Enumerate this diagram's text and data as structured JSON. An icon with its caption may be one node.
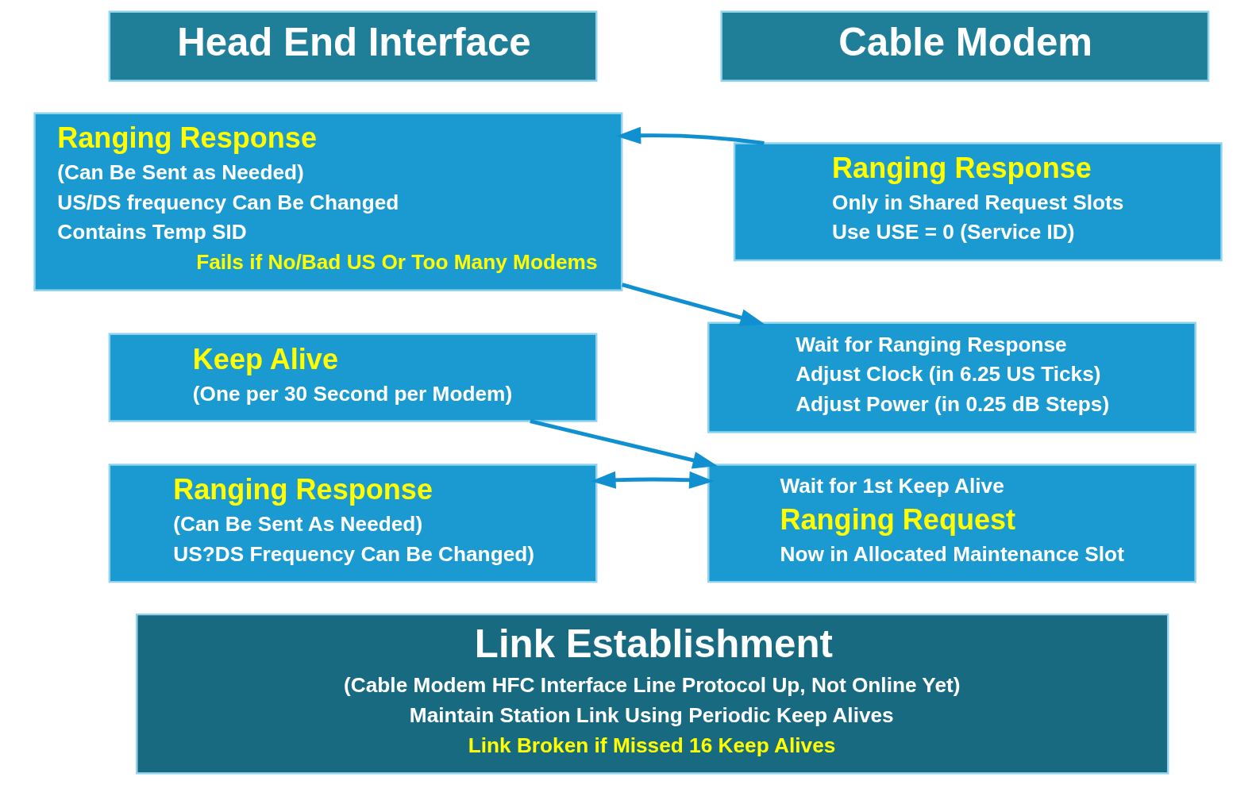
{
  "diagram": {
    "nodes": [
      {
        "text": [
          "Head End Interface"
        ]
      },
      {
        "text": [
          "Cable Modem"
        ]
      },
      {
        "text": [
          "Ranging Response",
          "(Can Be Sent as Needed)",
          "US/DS frequency Can Be Changed",
          "Contains Temp SID",
          "Fails if No/Bad US Or Too Many Modems"
        ]
      },
      {
        "text": [
          "Ranging Response",
          "Only in Shared Request Slots",
          "Use USE = 0 (Service ID)"
        ]
      },
      {
        "text": [
          "Wait for Ranging Response",
          "Adjust Clock (in 6.25 US Ticks)",
          "Adjust Power (in 0.25 dB Steps)"
        ]
      },
      {
        "text": [
          "Keep Alive",
          "(One per 30 Second per Modem)"
        ]
      },
      {
        "text": [
          "Wait for 1st Keep Alive",
          "Ranging Request",
          "Now in Allocated Maintenance Slot"
        ]
      },
      {
        "text": [
          "Ranging Response",
          "(Can Be Sent As Needed)",
          "US?DS Frequency Can Be Changed)"
        ]
      },
      {
        "text": [
          "Link Establishment",
          "(Cable Modem HFC Interface Line Protocol Up, Not Online Yet)",
          "Maintain Station Link Using Periodic Keep Alives",
          "Link Broken if Missed 16 Keep Alives"
        ]
      }
    ],
    "edges": [
      {
        "from": 3,
        "to": 2,
        "arrow": "to"
      },
      {
        "from": 2,
        "to": 4,
        "arrow": "to"
      },
      {
        "from": 5,
        "to": 6,
        "arrow": "to"
      },
      {
        "from": 7,
        "to": 6,
        "arrow": "both"
      }
    ]
  }
}
